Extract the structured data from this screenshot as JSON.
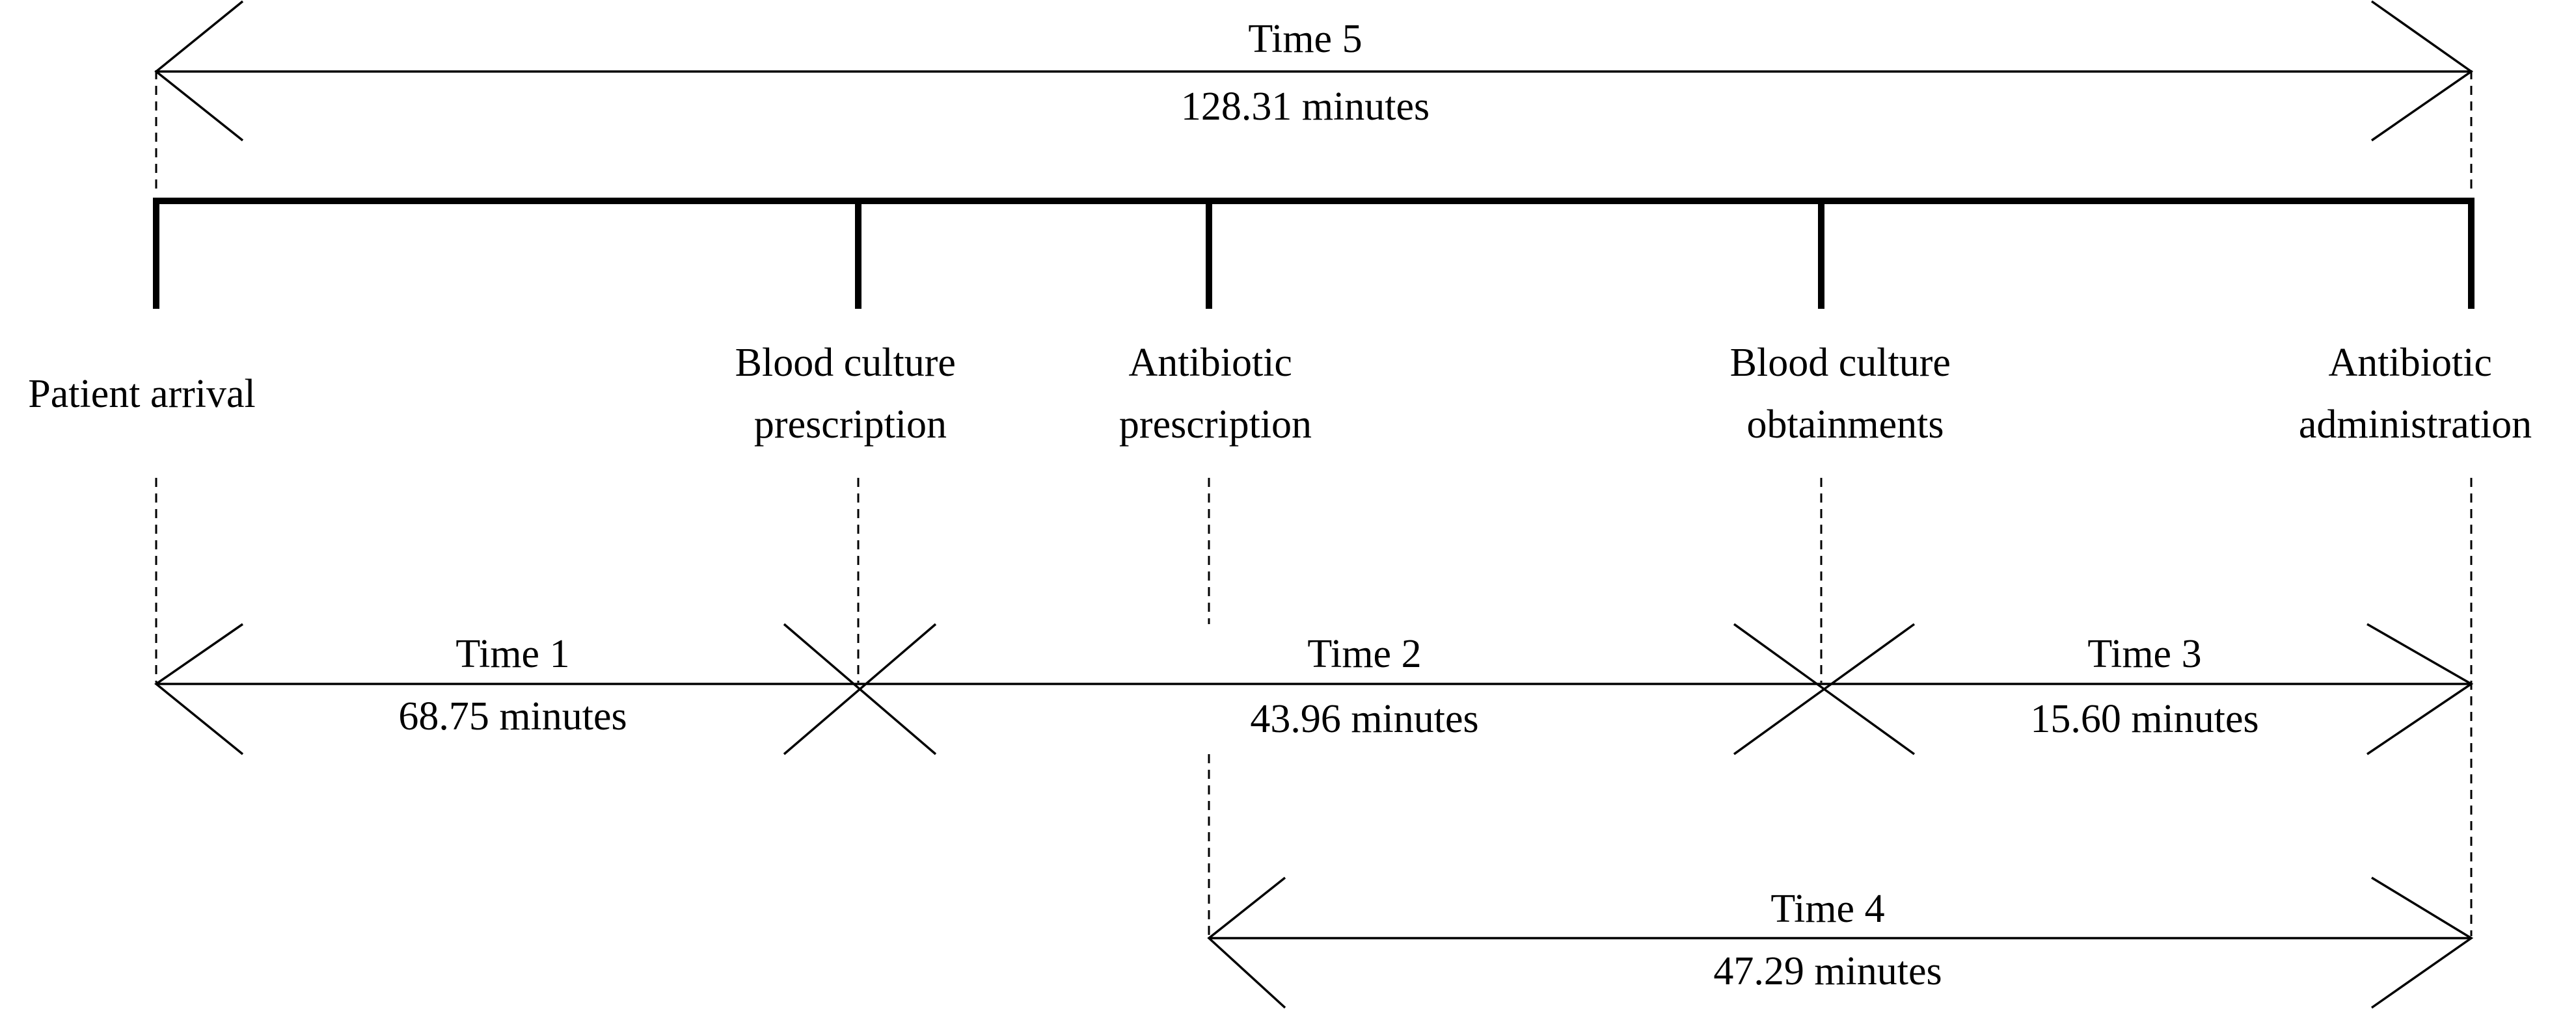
{
  "events": [
    {
      "id": "patient-arrival",
      "lines": [
        "Patient arrival"
      ]
    },
    {
      "id": "blood-culture-prescription",
      "lines": [
        "Blood culture",
        "prescription"
      ]
    },
    {
      "id": "antibiotic-prescription",
      "lines": [
        "Antibiotic",
        "prescription"
      ]
    },
    {
      "id": "blood-culture-obtainments",
      "lines": [
        "Blood culture",
        "obtainments"
      ]
    },
    {
      "id": "antibiotic-administration",
      "lines": [
        "Antibiotic",
        "administration"
      ]
    }
  ],
  "intervals": [
    {
      "id": "time-5",
      "label": "Time 5",
      "duration": "128.31 minutes",
      "minutes": 128.31,
      "from": "patient-arrival",
      "to": "antibiotic-administration"
    },
    {
      "id": "time-1",
      "label": "Time 1",
      "duration": "68.75 minutes",
      "minutes": 68.75,
      "from": "patient-arrival",
      "to": "blood-culture-prescription"
    },
    {
      "id": "time-2",
      "label": "Time 2",
      "duration": "43.96 minutes",
      "minutes": 43.96,
      "from": "blood-culture-prescription",
      "to": "blood-culture-obtainments"
    },
    {
      "id": "time-3",
      "label": "Time 3",
      "duration": "15.60 minutes",
      "minutes": 15.6,
      "from": "blood-culture-obtainments",
      "to": "antibiotic-administration"
    },
    {
      "id": "time-4",
      "label": "Time 4",
      "duration": "47.29 minutes",
      "minutes": 47.29,
      "from": "antibiotic-prescription",
      "to": "antibiotic-administration"
    }
  ]
}
